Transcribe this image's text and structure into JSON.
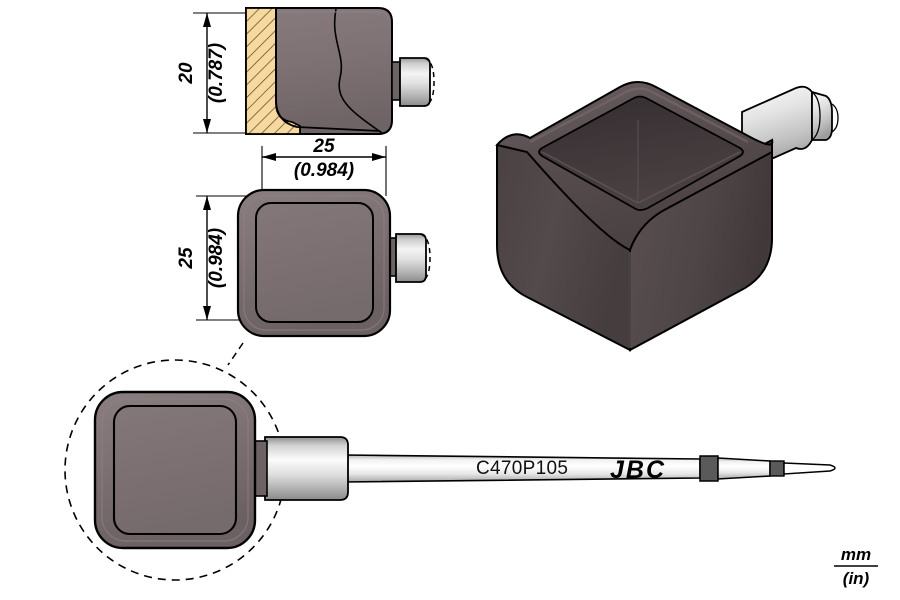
{
  "drawing": {
    "part_number": "C470P105",
    "brand": "JBC",
    "units_primary": "mm",
    "units_secondary": "(in)"
  },
  "section_view": {
    "name": "section-view",
    "height_mm": "20",
    "height_in": "(0.787)"
  },
  "front_view": {
    "name": "front-view",
    "width_mm": "25",
    "width_in": "(0.984)",
    "height_mm": "25",
    "height_in": "(0.984)"
  },
  "iso_view": {
    "name": "isometric-view"
  },
  "detail_view": {
    "name": "detail-view"
  },
  "colors": {
    "body_2d": "#7d7173",
    "body_2d_dark": "#6d6264",
    "body_3d_front": "#4e4547",
    "body_3d_top": "#5a5052",
    "body_3d_side": "#443b3d",
    "cavity_3d": "#3d3537",
    "hatch_fill": "#f7d9a0",
    "hatch_line": "#6b5a33",
    "metal_light": "#f0f0f0",
    "metal_mid": "#c8c8c8",
    "metal_dark": "#8f8f8f",
    "outline": "#000000"
  }
}
